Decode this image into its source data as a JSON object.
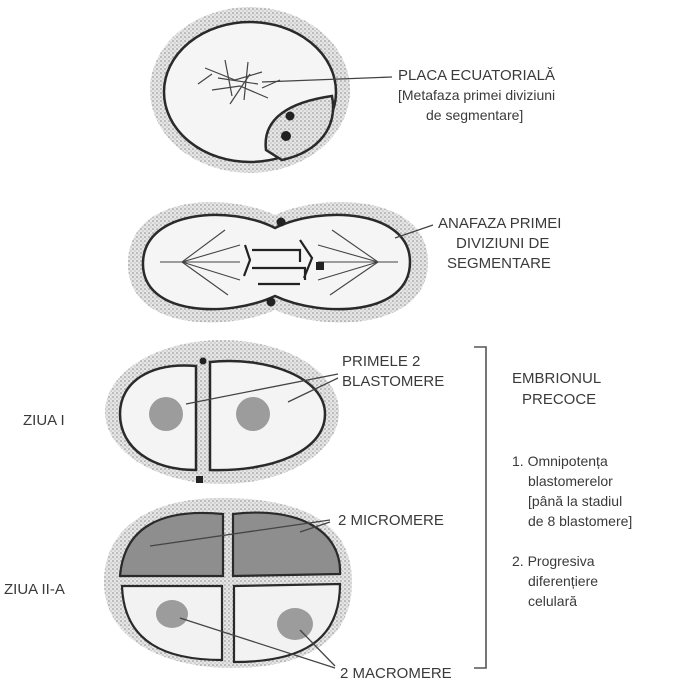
{
  "labels": {
    "placa_ecuatoriala": "PLACA ECUATORIALĂ",
    "metafaza_line1": "[Metafaza primei diviziuni",
    "metafaza_line2": "de segmentare]",
    "anafaza_line1": "ANAFAZA PRIMEI",
    "anafaza_line2": "DIVIZIUNI DE",
    "anafaza_line3": "SEGMENTARE",
    "primele_line1": "PRIMELE 2",
    "primele_line2": "BLASTOMERE",
    "ziua_i": "ZIUA I",
    "ziua_ii": "ZIUA II-A",
    "micromere": "2 MICROMERE",
    "macromere": "2 MACROMERE",
    "embrionul_line1": "EMBRIONUL",
    "embrionul_line2": "PRECOCE",
    "note1_line1": "1. Omnipotența",
    "note1_line2": "blastomerelor",
    "note1_line3": "[până la stadiul",
    "note1_line4": "de 8 blastomere]",
    "note2_line1": "2. Progresiva",
    "note2_line2": "diferențiere",
    "note2_line3": "celulară"
  },
  "colors": {
    "halo": "#c9c9c9",
    "outline": "#2a2a2a",
    "cell_fill": "#f4f4f4",
    "nucleus": "#9c9c9c",
    "micromere_fill": "#8e8e8e"
  }
}
